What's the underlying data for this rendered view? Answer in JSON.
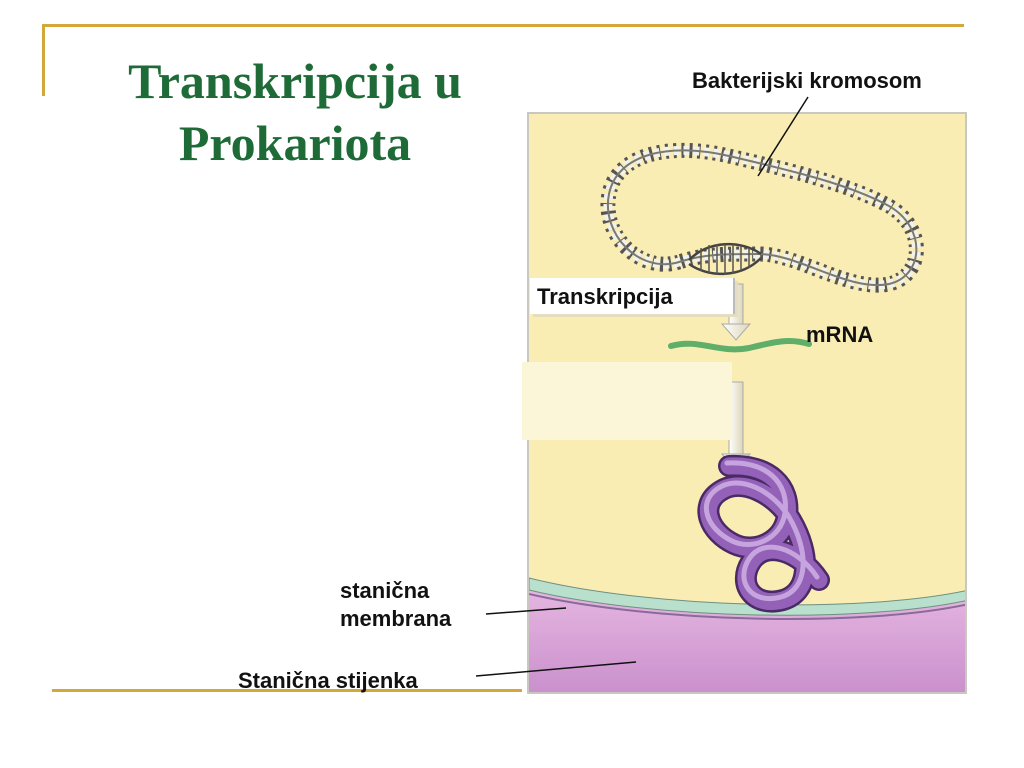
{
  "slide": {
    "title": "Transkripcija u Prokariota"
  },
  "labels": {
    "chromosome": "Bakterijski kromosom",
    "transcription": "Transkripcija",
    "mrna": "mRNA",
    "membrane_line1": "stanična",
    "membrane_line2": "membrana",
    "cell_wall": "Stanična stijenka"
  },
  "colors": {
    "title": "#1e6b38",
    "accent_rule": "#d4a73a",
    "cytoplasm": "#faedb4",
    "membrane": "#b8e0cc",
    "cell_wall": "#d9a7d8",
    "mrna": "#68b870",
    "protein": "#9461b8"
  }
}
